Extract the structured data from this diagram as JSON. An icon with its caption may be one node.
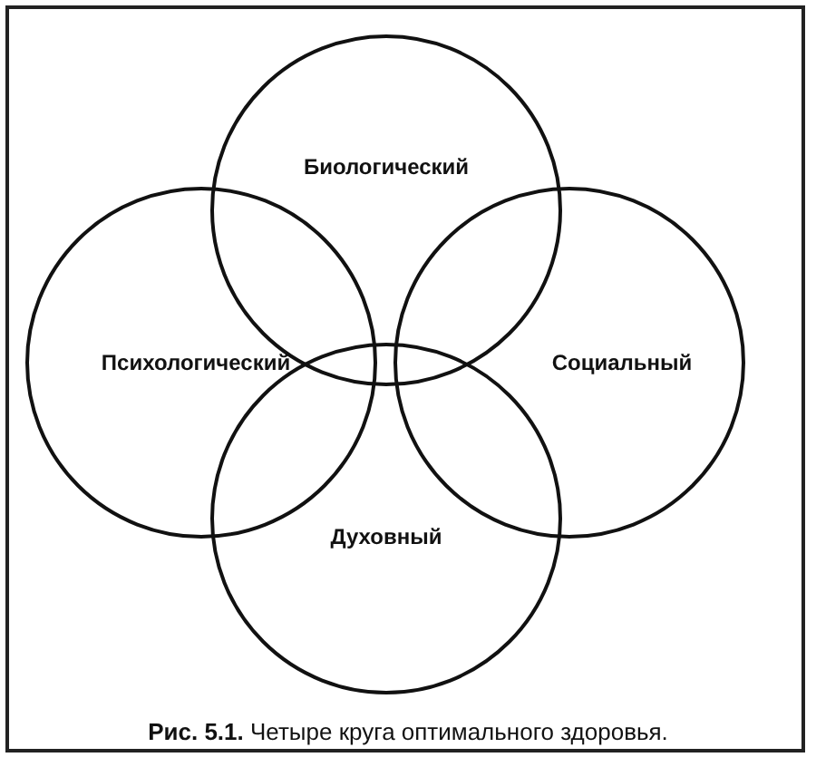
{
  "diagram": {
    "caption": "**Рис. 5.1.** Четыре круга оптимального здоровья.",
    "nodes": [
      {
        "text": [
          "Биологический"
        ]
      },
      {
        "text": [
          "Психологический"
        ]
      },
      {
        "text": [
          "Социальный"
        ]
      },
      {
        "text": [
          "Духовный"
        ]
      }
    ],
    "edges": []
  }
}
